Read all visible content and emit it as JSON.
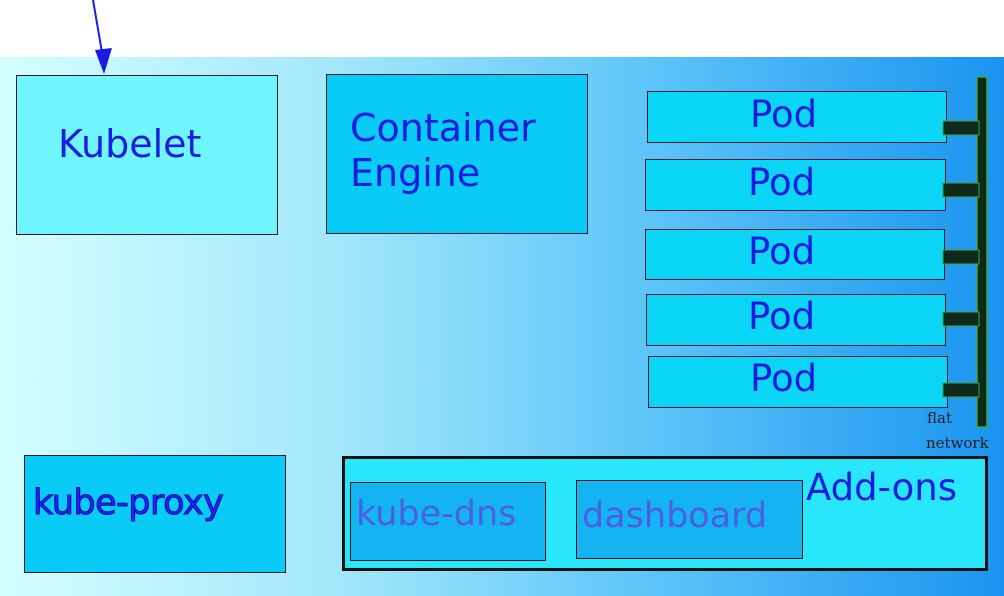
{
  "diagram": {
    "kubelet": {
      "label": "Kubelet"
    },
    "container_engine": {
      "line1": "Container",
      "line2": "Engine"
    },
    "pods": [
      "Pod",
      "Pod",
      "Pod",
      "Pod",
      "Pod"
    ],
    "network": {
      "line1": "flat",
      "line2": "network"
    },
    "kube_proxy": {
      "label": "kube-proxy"
    },
    "addons": {
      "label": "Add-ons",
      "items": [
        "kube-dns",
        "dashboard"
      ]
    }
  },
  "colors": {
    "text_blue": "#1c1ce0",
    "pod_fill": "#0bd6f8",
    "kubelet_fill": "#6ff5fd",
    "addons_fill": "#28e6fb",
    "network_bar": "#0f2a1a",
    "arrow": "#1a1ae8"
  }
}
